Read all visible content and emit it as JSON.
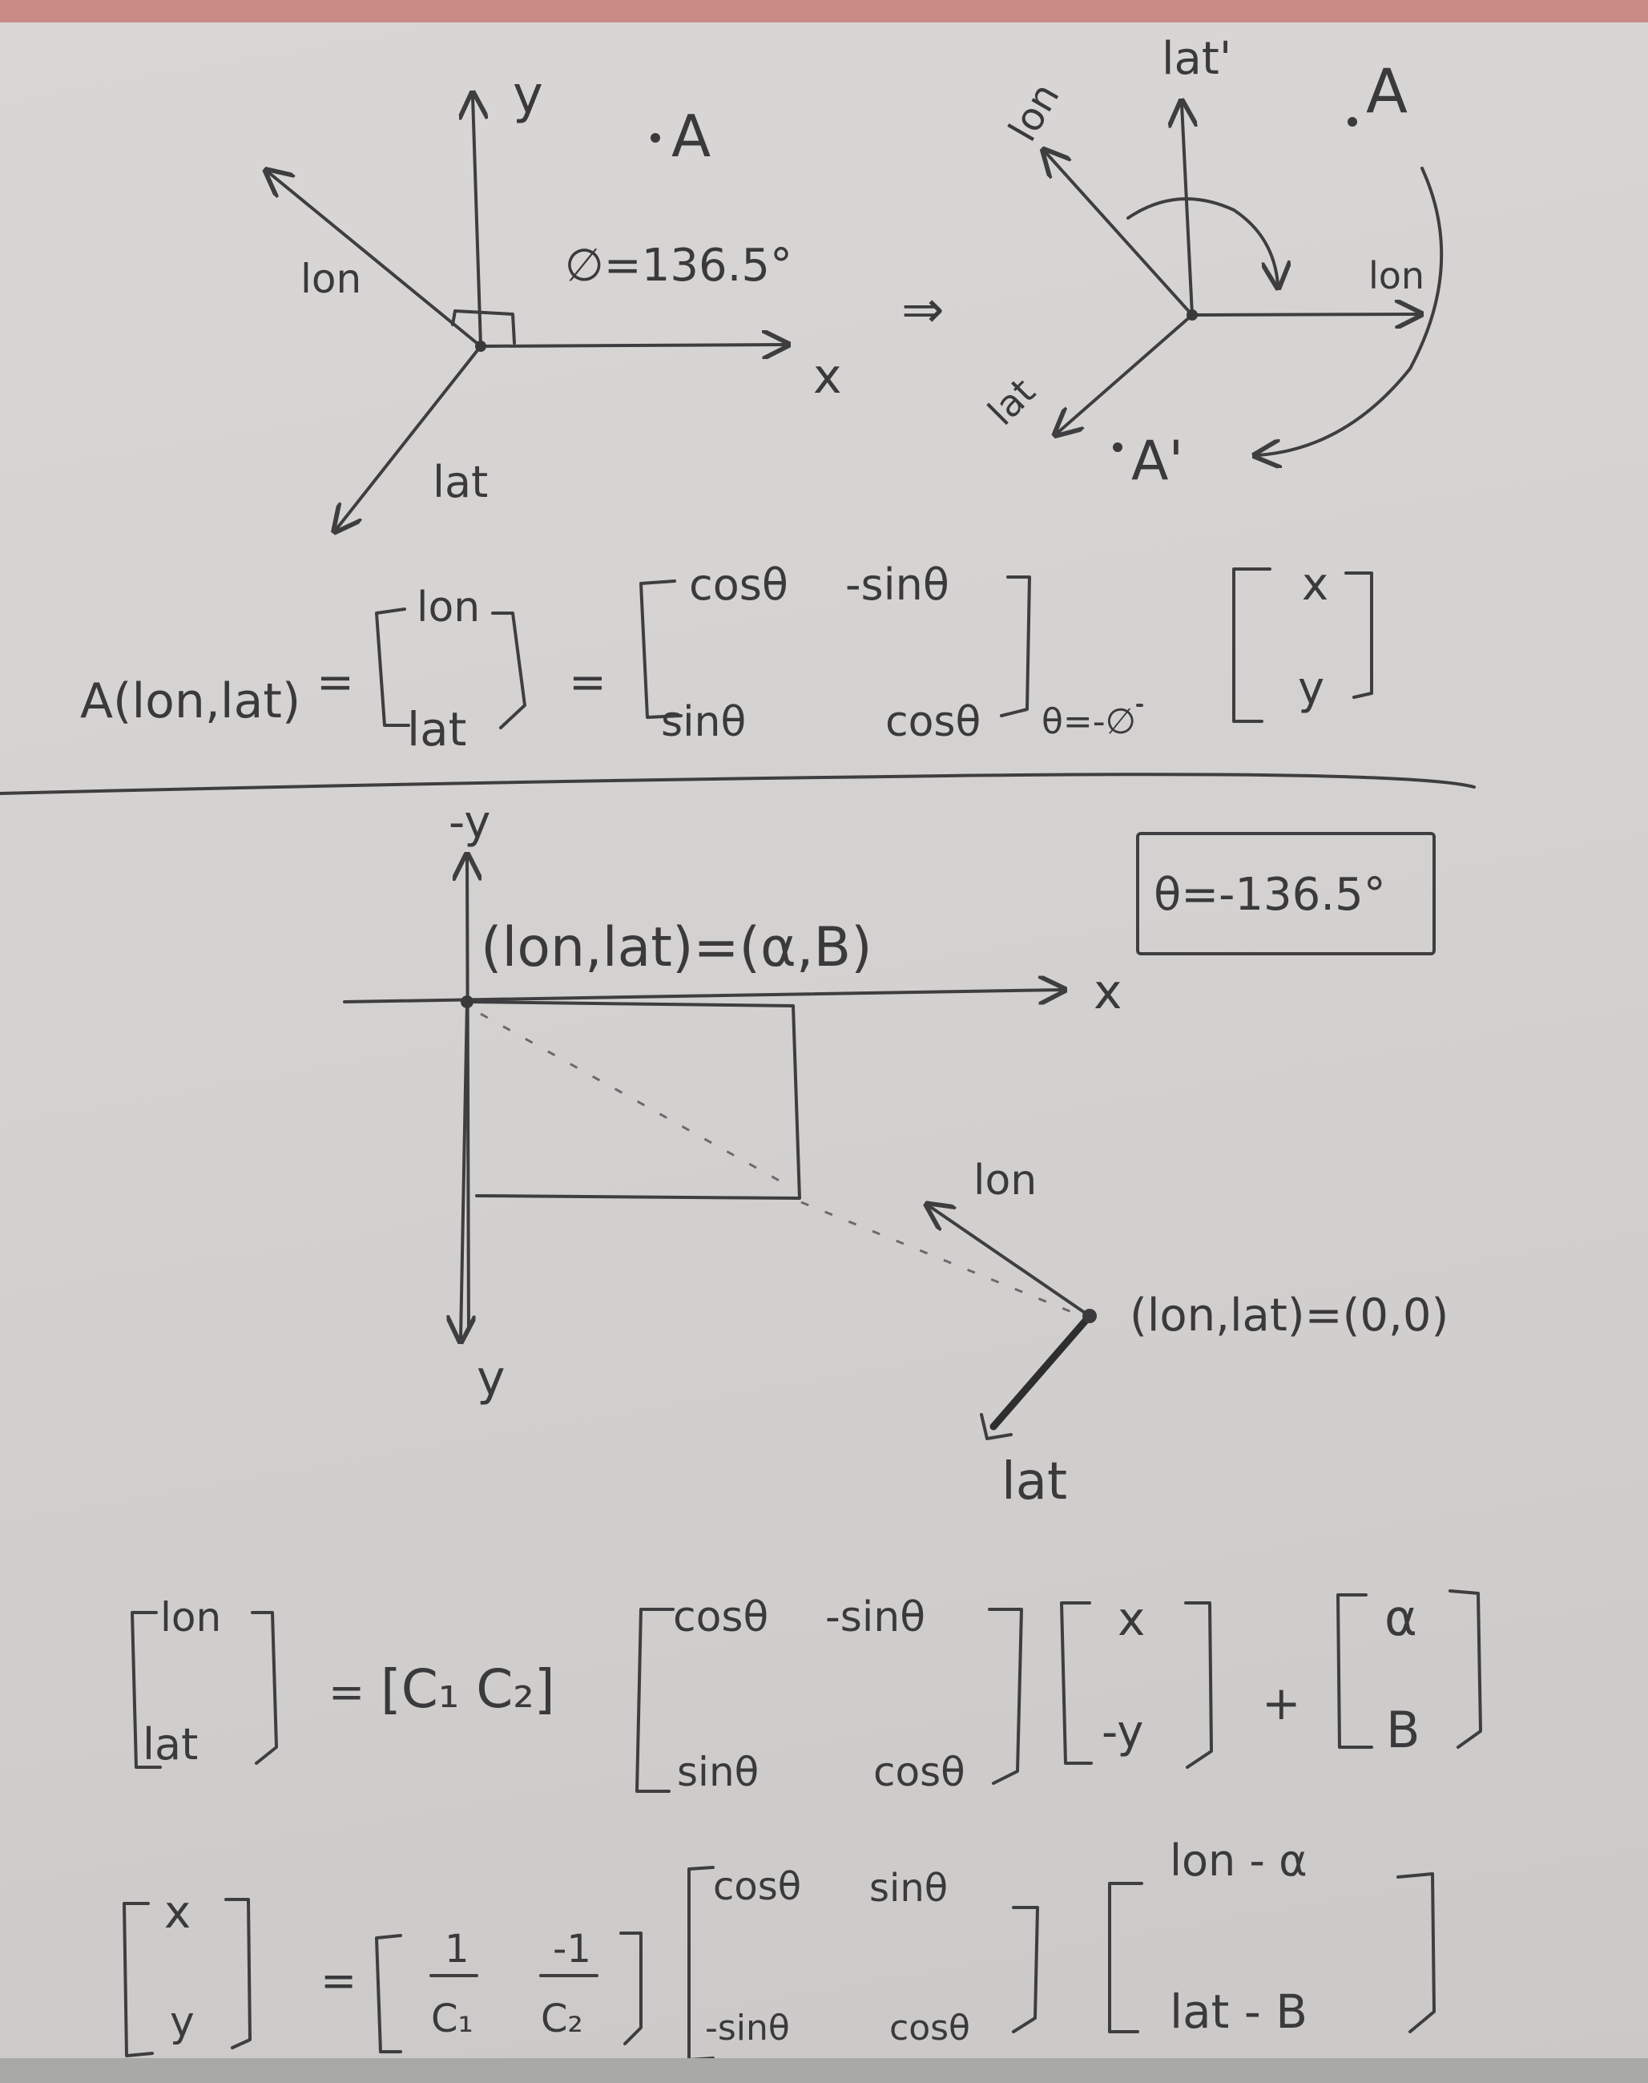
{
  "sketch1": {
    "y": "y",
    "a": "A",
    "lon": "lon",
    "phi": "∅=136.5°",
    "x": "x",
    "lat": "lat"
  },
  "arrow": "⇒",
  "sketch2": {
    "lat_prime": "lat'",
    "lon": "lon",
    "a": "A",
    "lon_right": "lon",
    "lat": "lat",
    "a_prime": "A'"
  },
  "eq1": {
    "lhs": "A(lon,lat)",
    "eq": "=",
    "v1": "lon",
    "v2": "lat",
    "m11": "cosθ",
    "m12": "-sinθ",
    "m21": "sinθ",
    "m22": "cosθ",
    "sub": "θ=-∅",
    "x": "x",
    "y": "y"
  },
  "sketch3": {
    "neg_y": "-y",
    "origin_label": "(lon,lat)=(α,B)",
    "theta_box": "θ=-136.5°",
    "x": "x",
    "y": "y",
    "lon": "lon",
    "zero_label": "(lon,lat)=(0,0)",
    "lat": "lat"
  },
  "eq2": {
    "v1": "lon",
    "v2": "lat",
    "eq": "=",
    "c": "[C₁  C₂]",
    "m11": "cosθ",
    "m12": "-sinθ",
    "m21": "sinθ",
    "m22": "cosθ",
    "x": "x",
    "neg_y": "-y",
    "plus": "+",
    "alpha": "α",
    "beta": "B"
  },
  "eq3": {
    "x": "x",
    "y": "y",
    "eq": "=",
    "c1_num": "1",
    "c1_den": "C₁",
    "c2_num": "-1",
    "c2_den": "C₂",
    "m11": "cosθ",
    "m12": "sinθ",
    "m21": "-sinθ",
    "m22": "cosθ",
    "r1": "lon - α",
    "r2": "lat - B"
  }
}
